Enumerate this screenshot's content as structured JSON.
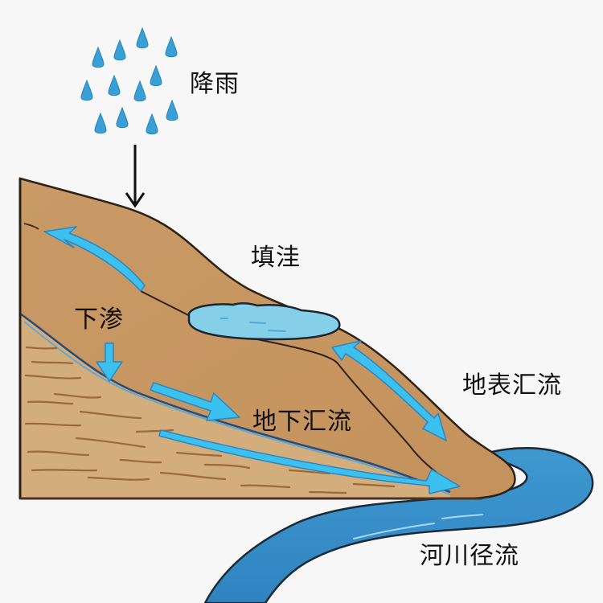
{
  "diagram": {
    "type": "hydrological runoff process",
    "labels": {
      "rainfall": "降雨",
      "depression_storage": "填洼",
      "infiltration": "下渗",
      "subsurface_flow": "地下汇流",
      "surface_flow": "地表汇流",
      "river_runoff": "河川径流"
    },
    "colors": {
      "background": "#f7f7f7",
      "soil_upper": "#c99a66",
      "soil_lower": "#d4ad7c",
      "soil_stroke": "#3a2a1c",
      "strata_lines": "#9a6a3c",
      "rain_drop": "#3a9fd6",
      "flow_arrow": "#3cc0ee",
      "pond": "#86cfe8",
      "river": "#3b93cc",
      "text": "#111111"
    },
    "rain_drop_count": 13
  }
}
